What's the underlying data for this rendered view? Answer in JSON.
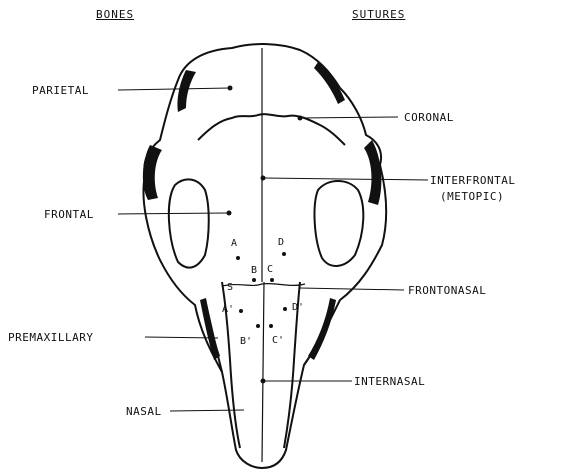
{
  "headers": {
    "bones": "BONES",
    "sutures": "SUTURES"
  },
  "bones": {
    "parietal": "PARIETAL",
    "frontal": "FRONTAL",
    "premaxillary": "PREMAXILLARY",
    "nasal": "NASAL"
  },
  "sutures": {
    "coronal": "CORONAL",
    "interfrontal": "INTERFRONTAL",
    "metopic": "(METOPIC)",
    "frontonasal": "FRONTONASAL",
    "internasal": "INTERNASAL"
  },
  "points": {
    "a": "A",
    "b": "B",
    "c": "C",
    "d": "D",
    "s": "S",
    "a_prime": "A'",
    "b_prime": "B'",
    "c_prime": "C'",
    "d_prime": "D'"
  },
  "colors": {
    "ink": "#111111",
    "paper": "#ffffff"
  }
}
